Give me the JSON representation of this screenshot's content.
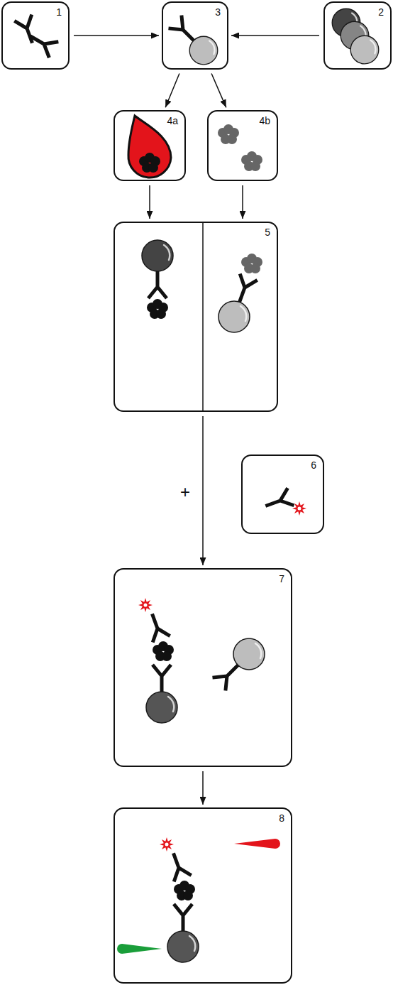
{
  "diagram": {
    "nodes": [
      {
        "text": [
          "1"
        ]
      },
      {
        "text": [
          "3"
        ]
      },
      {
        "text": [
          "2"
        ]
      },
      {
        "text": [
          "4a"
        ]
      },
      {
        "text": [
          "4b"
        ]
      },
      {
        "text": [
          "5"
        ]
      },
      {
        "text": [
          "6"
        ]
      },
      {
        "text": [
          "7"
        ]
      },
      {
        "text": [
          "8"
        ]
      }
    ],
    "edges": [
      {
        "from": 0,
        "to": 1,
        "arrow": "to"
      },
      {
        "from": 2,
        "to": 1,
        "arrow": "to"
      },
      {
        "from": 1,
        "to": 3,
        "arrow": "to"
      },
      {
        "from": 1,
        "to": 4,
        "arrow": "to"
      },
      {
        "from": 3,
        "to": 5,
        "arrow": "to"
      },
      {
        "from": 4,
        "to": 5,
        "arrow": "to"
      },
      {
        "from": 5,
        "to": 7,
        "arrow": "to"
      },
      {
        "from": 7,
        "to": 8,
        "arrow": "to"
      }
    ],
    "labels": [
      "+"
    ]
  }
}
